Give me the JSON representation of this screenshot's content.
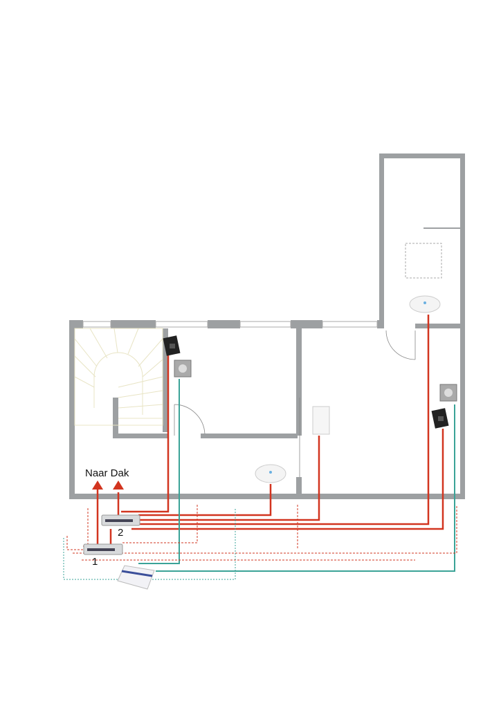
{
  "labels": {
    "roof": "Naar Dak",
    "switch1": "1",
    "switch2": "2"
  },
  "colors": {
    "wall": "#9da0a2",
    "ethernet": "#d2341f",
    "coax": "#3aa397",
    "stairs": "#e8e4c4"
  },
  "devices": {
    "switches": [
      "switch-1",
      "switch-2"
    ],
    "access_points": 2,
    "network_jacks": 2,
    "coax_outlets": 2
  }
}
